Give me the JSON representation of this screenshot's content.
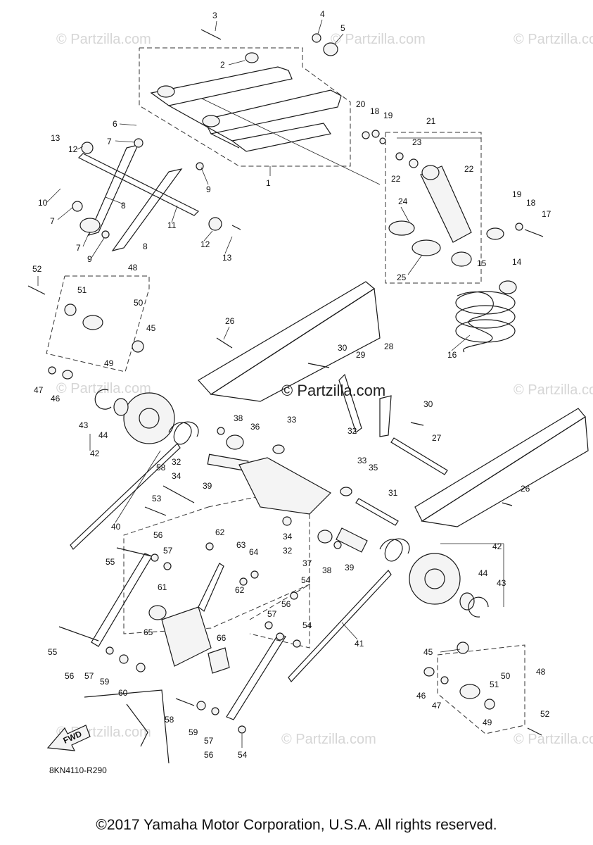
{
  "watermark": "© Partzilla.com",
  "watermark_center": "© Partzilla.com",
  "diagram_code": "8KN4110-R290",
  "fwd_label": "FWD",
  "copyright": "©2017 Yamaha Motor Corporation, U.S.A. All rights reserved.",
  "callouts": [
    "1",
    "2",
    "3",
    "4",
    "5",
    "6",
    "7",
    "8",
    "9",
    "10",
    "11",
    "12",
    "13",
    "14",
    "15",
    "16",
    "17",
    "18",
    "19",
    "20",
    "21",
    "22",
    "23",
    "24",
    "25",
    "26",
    "27",
    "28",
    "29",
    "30",
    "31",
    "32",
    "33",
    "34",
    "35",
    "36",
    "37",
    "38",
    "39",
    "40",
    "41",
    "42",
    "43",
    "44",
    "45",
    "46",
    "47",
    "48",
    "49",
    "50",
    "51",
    "52",
    "53",
    "54",
    "55",
    "56",
    "57",
    "58",
    "59",
    "60",
    "61",
    "62",
    "63",
    "64",
    "65",
    "66"
  ]
}
